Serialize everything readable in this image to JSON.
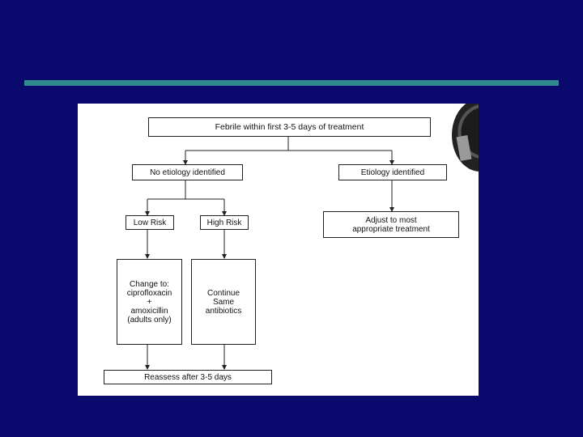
{
  "flowchart": {
    "febrile": "Febrile within first 3-5 days of treatment",
    "no_etiology": "No etiology identified",
    "etiology": "Etiology identified",
    "low_risk": "Low Risk",
    "high_risk": "High Risk",
    "adjust": "Adjust to most\nappropriate treatment",
    "change_to": "Change to:\nciprofloxacin\n+\namoxicillin\n(adults only)",
    "continue": "Continue\nSame\nantibiotics",
    "reassess": "Reassess after 3-5 days"
  }
}
